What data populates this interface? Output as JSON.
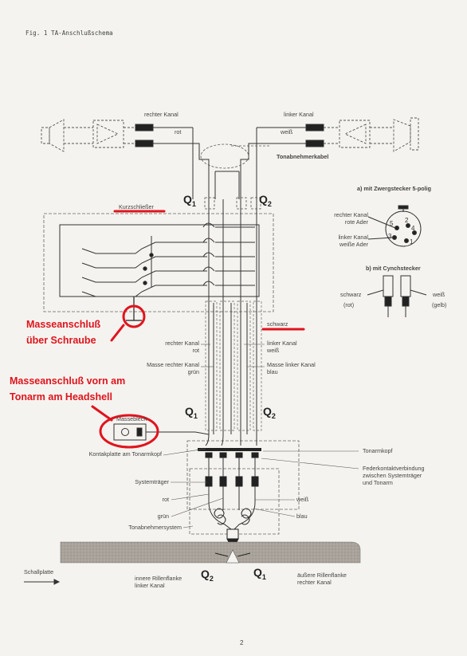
{
  "figure": {
    "caption": "Fig.  1  TA-Anschlußschema"
  },
  "top": {
    "rechter_kanal": "rechter Kanal",
    "linker_kanal": "linker Kanal",
    "rot": "rot",
    "weiss": "weiß",
    "tonabnehmerkabel": "Tonabnehmerkabel"
  },
  "q_labels": {
    "q": "Q",
    "one": "1",
    "two": "2"
  },
  "kurzschliesser": "Kurzschließer",
  "plug_a": {
    "title": "a) mit Zwergstecker 5-polig",
    "right_line1": "rechter Kanal",
    "right_line2": "rote Ader",
    "left_line1": "linker Kanal",
    "left_line2": "weiße Ader",
    "pins": [
      "5",
      "2",
      "4",
      "3",
      "1"
    ]
  },
  "plug_b": {
    "title": "b) mit Cynchstecker",
    "schwarz": "schwarz",
    "rot_paren": "(rot)",
    "weiss": "weiß",
    "gelb_paren": "(gelb)"
  },
  "middle": {
    "schwarz": "schwarz",
    "rechter_kanal": "rechter Kanal",
    "rot": "rot",
    "masse_rechter": "Masse rechter Kanal",
    "gruen": "grün",
    "linker_kanal": "linker Kanal",
    "weiss": "weiß",
    "masse_linker": "Masse linker Kanal",
    "blau": "blau"
  },
  "annotations": {
    "masse_schraube_1": "Masseanschluß",
    "masse_schraube_2": "über Schraube",
    "masse_vorn_1": "Masseanschluß vorn am",
    "masse_vorn_2": "Tonarm am Headshell"
  },
  "lower": {
    "masseblech": "Masseblech",
    "kontaktplatte": "Kontakplatte am Tonarmkopf",
    "tonarmkopf": "Tonarmkopf",
    "feder_1": "Federkontaktverbindung",
    "feder_2": "zwischen Systemträger",
    "feder_3": "und Tonarm",
    "systemtraeger": "Systemträger",
    "rot": "rot",
    "gruen": "grün",
    "tonabnehmersystem": "Tonabnehmersystem",
    "weiss": "weiß",
    "blau": "blau",
    "schallplatte": "Schallplatte",
    "innere_1": "innere Rillenflanke",
    "innere_2": "linker Kanal",
    "aeussere_1": "äußere Rillenflanke",
    "aeussere_2": "rechter Kanal"
  },
  "page_number": "2",
  "colors": {
    "ink": "#333333",
    "annotation_red": "#e0141d",
    "record": "#a7a19a",
    "paper": "#f4f3ef"
  }
}
